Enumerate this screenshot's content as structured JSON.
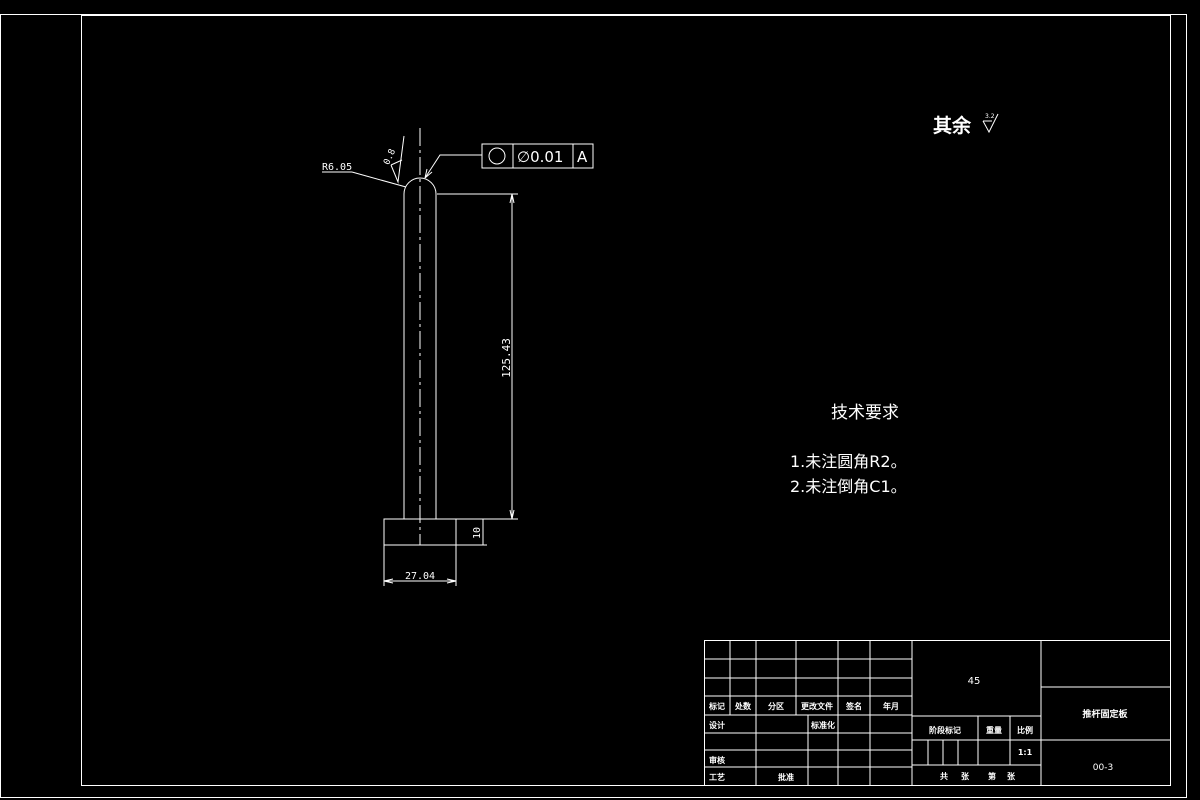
{
  "part": {
    "dims": {
      "radius": "R6.05",
      "roughness": "0.8",
      "length": "125.43",
      "flange_height": "10",
      "flange_width": "27.04"
    },
    "tolerance": {
      "symbol": "○",
      "value": "∅0.01",
      "datum": "A"
    }
  },
  "surface_note": {
    "label": "其余",
    "roughness": "3.2"
  },
  "tech_requirements": {
    "title": "技术要求",
    "items": [
      "1.未注圆角R2。",
      "2.未注倒角C1。"
    ]
  },
  "title_block": {
    "material": "45",
    "part_name": "推杆固定板",
    "drawing_no": "00-3",
    "headers": [
      "标记",
      "处数",
      "分区",
      "更改文件",
      "签名",
      "年月"
    ],
    "design": "设计",
    "standardize": "标准化",
    "review": "审核",
    "process": "工艺",
    "approve": "批准",
    "stage_mark": "阶段标记",
    "weight": "重量",
    "scale_label": "比例",
    "scale": "1:1",
    "total": "共",
    "sheets": "张",
    "sheet_no": "第",
    "page": "张"
  }
}
